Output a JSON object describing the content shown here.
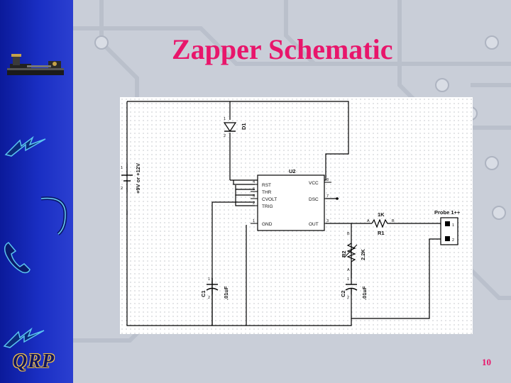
{
  "title": "Zapper Schematic",
  "page_number": "10",
  "logo": "QRP",
  "icons": [
    "telegraph-key-icon",
    "lightning-icon",
    "antenna-arc-icon",
    "phone-icon",
    "lightning-icon"
  ],
  "colors": {
    "title": "#e8166b",
    "band": "#1a2fc4",
    "logo_outline": "#f2c24a"
  },
  "schematic": {
    "battery": {
      "pin1": "1",
      "pin2": "2",
      "value": "+9V or +12V"
    },
    "diode": {
      "ref": "D1",
      "pin1": "1",
      "pin2": "2"
    },
    "ic": {
      "ref": "U2",
      "pins_left": [
        {
          "num": "4",
          "name": "RST"
        },
        {
          "num": "6",
          "name": "THR"
        },
        {
          "num": "5",
          "name": "CVOLT"
        },
        {
          "num": "2",
          "name": "TRIG"
        },
        {
          "num": "1",
          "name": "GND"
        }
      ],
      "pins_right": [
        {
          "num": "8",
          "name": "VCC"
        },
        {
          "num": "7",
          "name": "DSC"
        },
        {
          "num": "3",
          "name": "OUT"
        }
      ]
    },
    "r1": {
      "value": "1K",
      "ref": "R1",
      "pin_a": "A",
      "pin_b": "B"
    },
    "r2": {
      "ref": "R2",
      "value": "2.2K",
      "pin_a": "A",
      "pin_b": "B"
    },
    "c1": {
      "ref": "C1",
      "value": ".01uF",
      "pin1": "1",
      "pin2": "2"
    },
    "c2": {
      "ref": "C2",
      "value": ".01uF",
      "pin1": "1",
      "pin2": "2"
    },
    "probe": {
      "label": "Probe 1++",
      "pin1": "1",
      "pin2": "2"
    }
  }
}
